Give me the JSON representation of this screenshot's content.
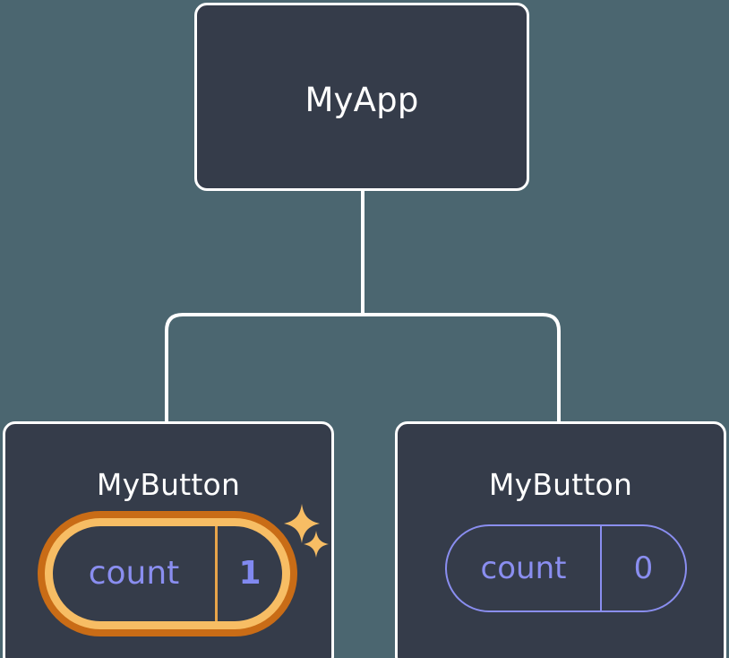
{
  "diagram": {
    "type": "component-tree",
    "description": "React component tree with MyApp root and two MyButton children, each holding its own count state",
    "background_color": "#4b6670",
    "node_fill_color": "#353c4a",
    "node_border_color": "#ffffff",
    "connector_color": "#ffffff",
    "state_accent_color": "#8a8ef0",
    "highlight_outer_color": "#c96c16",
    "highlight_inner_color": "#f7bd64",
    "highlight_divider_color": "#e8a44a"
  },
  "root": {
    "title": "MyApp"
  },
  "children": [
    {
      "title": "MyButton",
      "state": {
        "key": "count",
        "value": "1",
        "highlighted": true,
        "sparkles": [
          "sparkle-large",
          "sparkle-small"
        ]
      }
    },
    {
      "title": "MyButton",
      "state": {
        "key": "count",
        "value": "0",
        "highlighted": false
      }
    }
  ]
}
